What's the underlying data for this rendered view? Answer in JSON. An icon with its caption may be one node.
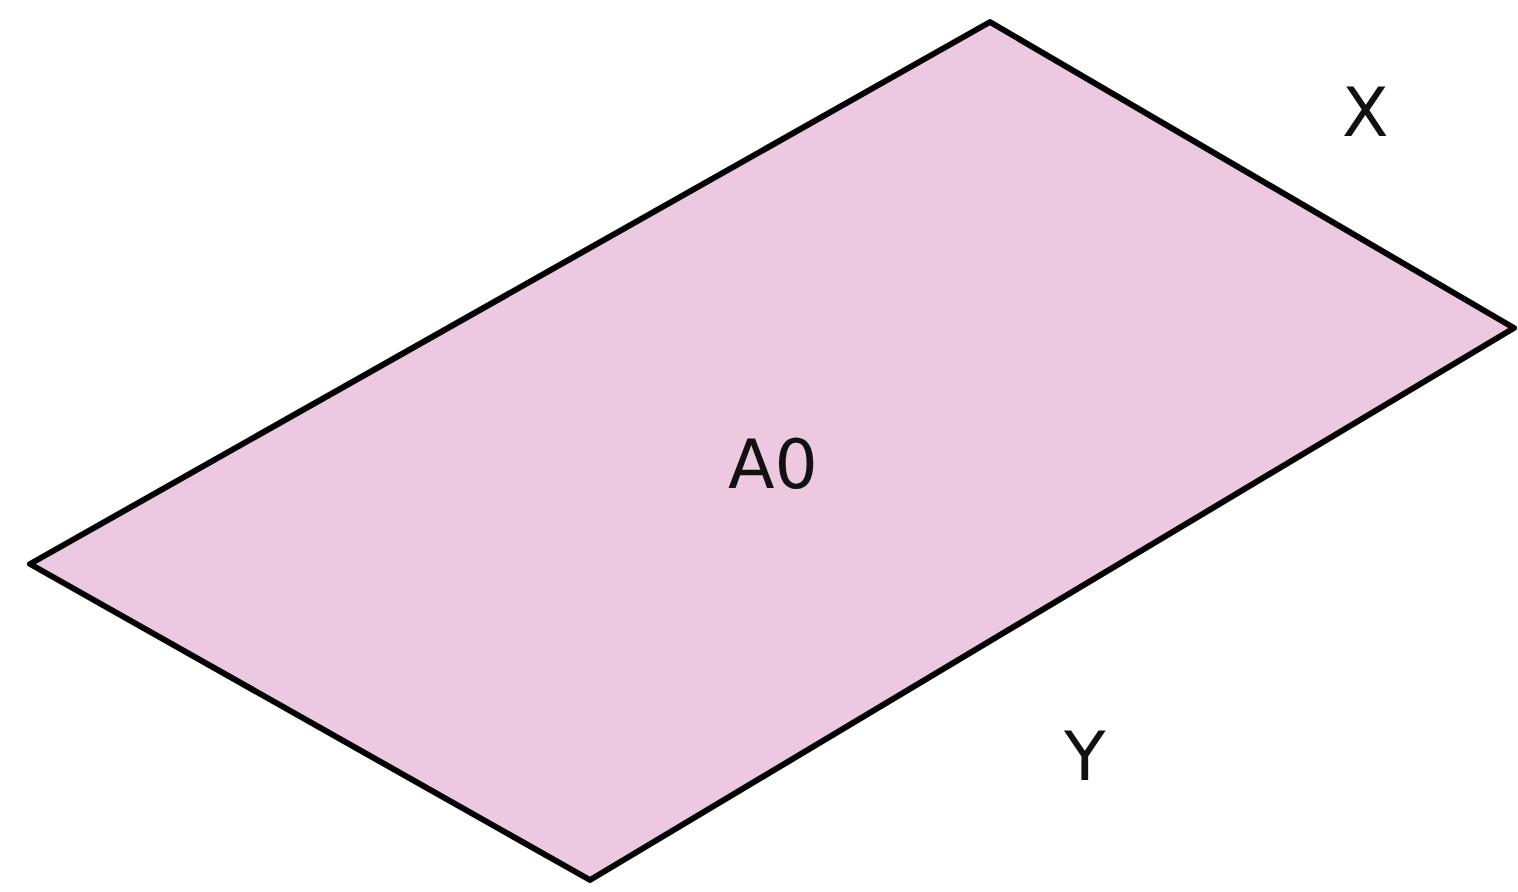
{
  "diagram": {
    "nodes": [
      {
        "text": [
          "A0"
        ]
      }
    ],
    "labels": [
      "X",
      "Y"
    ]
  }
}
